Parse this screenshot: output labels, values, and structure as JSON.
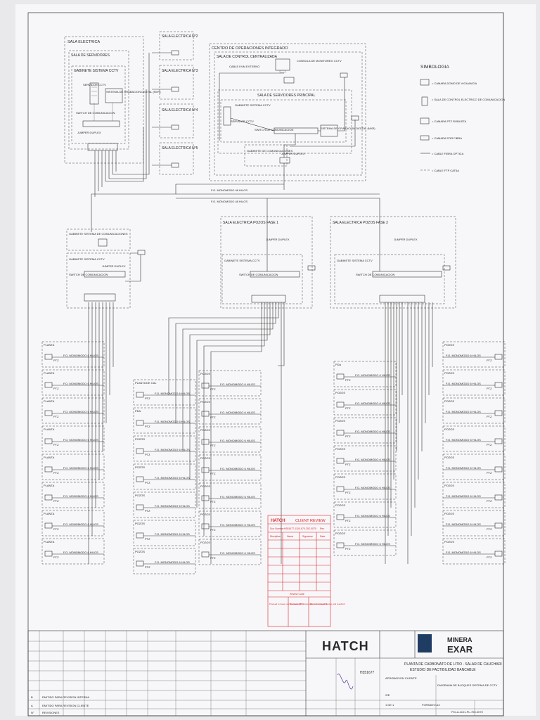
{
  "diagram": {
    "server_room": {
      "title": "SALA ELECTRICA",
      "subroom": "SALA DE SERVIDORES",
      "cabinet": "GABINETE SISTEMA CCTV",
      "server": "SERVIDOR CCTV",
      "recorder": "SISTEMA DE GRABACION DIGITAL (NVR)",
      "switch": "SWITCH DE COMUNICACION",
      "jumper": "JUMPER DUPLEX"
    },
    "electrical_rooms": [
      "SALA ELECTRICA N°2",
      "SALA ELECTRICA N°3",
      "SALA ELECTRICA N°4",
      "SALA ELECTRICA N°5"
    ],
    "ops_center": {
      "title": "CENTRO DE OPERACIONES INTEGRADO",
      "control_room": "SALA DE CONTROL CENTRALIZADA",
      "console": "CONSOLA DE MONITOREO CCTV",
      "cable": "CABLE KVM EXTERNO",
      "main_server_room": "SALA DE SERVIDORES PRINCIPAL",
      "cabinet": "GABINETE SISTEMA CCTV",
      "server": "SERVIDOR CCTV",
      "switch": "SWITCH DE COMUNICACION",
      "recorder": "SISTEMA DE GRABACION DIGITAL (NVR)",
      "comms_cabinet": "GABINETE DE COMUNICACIONES",
      "jumper": "JUMPER DUPLEX"
    },
    "fiber_labels": [
      "F.O. MONOMODO 48 HILOS",
      "F.O. MONOMODO 48 HILOS"
    ],
    "comm_cabinet_left": "GABINETE SISTEMA DE COMUNICACIONES",
    "left_cctv": {
      "cabinet": "GABINETE SISTEMA CCTV",
      "switch": "SWITCH DE COMUNICACION",
      "jumper": "JUMPER DUPLEX"
    },
    "phase1": {
      "title": "SALA ELECTRICA POZOS FASE 1",
      "cabinet": "GABINETE SISTEMA CCTV",
      "switch": "SWITCH DE COMUNICACION",
      "jumper": "JUMPER DUPLEX"
    },
    "phase2": {
      "title": "SALA ELECTRICA POZOS FASE 2",
      "cabinet": "GABINETE SISTEMA CCTV",
      "switch": "SWITCH DE COMUNICACION",
      "jumper": "JUMPER DUPLEX"
    },
    "field_fiber": "F.O. MONOMODO 6 HILOS",
    "ptz": "PTZ",
    "left_col_labels": [
      "PLANTA",
      "PLANTA",
      "PLANTA",
      "PLANTA",
      "PLANTA",
      "PLANTA",
      "PLANTA",
      "PLANTA"
    ],
    "mid1_col_labels": [
      "PLANTA DE CAL",
      "PDA",
      "POZOS",
      "POZOS",
      "POZOS",
      "POZOS",
      "POZOS"
    ],
    "mid2_col_labels": [
      "POZOS",
      "POZOS",
      "POZOS",
      "POZOS",
      "POZOS",
      "POZOS",
      "POZOS"
    ],
    "mid3_col_labels": [
      "PDA",
      "POZOS",
      "POZOS",
      "POZOS",
      "POZOS",
      "POZOS",
      "POZOS"
    ],
    "right_col_labels": [
      "POZOS",
      "POZOS",
      "POZOS",
      "POZOS",
      "POZOS",
      "POZOS",
      "POZOS",
      "POZOS"
    ]
  },
  "legend": {
    "title": "SIMBOLOGIA",
    "items": [
      "= CAMARA DOMO DE VIGILANCIA",
      "= SALA DE CONTROL ELECTRICO DE COMUNICACION",
      "= CAMARA PTZ ROBUSTA",
      "= CAMARA POR FIBRA",
      "= CABLE FIBRA OPTICA",
      "= CABLE FTP CAT6A"
    ]
  },
  "review_stamp": {
    "brand": "HATCH",
    "title": "CLIENT REVIEW",
    "doc_label": "Doc Number",
    "doc_number": "H351677-1100-670-252-0070",
    "rev_label": "Rev",
    "cols": [
      "Discipline",
      "Name",
      "Signature",
      "Date"
    ],
    "footer": "Review Code",
    "codes": [
      "Proceed to issue no comments (IFC)",
      "Proceed with incorporation of comments",
      "Do not proceed. Revise and resubmit"
    ]
  },
  "title_block": {
    "contractor": "HATCH",
    "client_top": "MINERA",
    "client_bottom": "EXAR",
    "project_line1": "PLANTA DE CARBONATO DE LITIO - SALAR DE CAUCHARI",
    "project_line2": "ESTUDIO DE FACTIBILIDAD BANCABLE",
    "project_no": "H351677",
    "approval": "APROBACION CLIENTE",
    "sheet_line": "DIAGRAMA DE BLOQUES SISTEMA DE CCTV",
    "scale": "S/E",
    "sheet": "1 DE 1",
    "format": "FORMATO A3",
    "rev_rows": [
      {
        "rev": "B",
        "desc": "EMITIDO PARA REVISION INTERNA"
      },
      {
        "rev": "A",
        "desc": "EMITIDO PARA REVISION CLIENTE"
      },
      {
        "rev": "N°",
        "desc": "REVISIONES"
      }
    ],
    "doc_code": "PCLA-1101-PL-700-0070"
  }
}
